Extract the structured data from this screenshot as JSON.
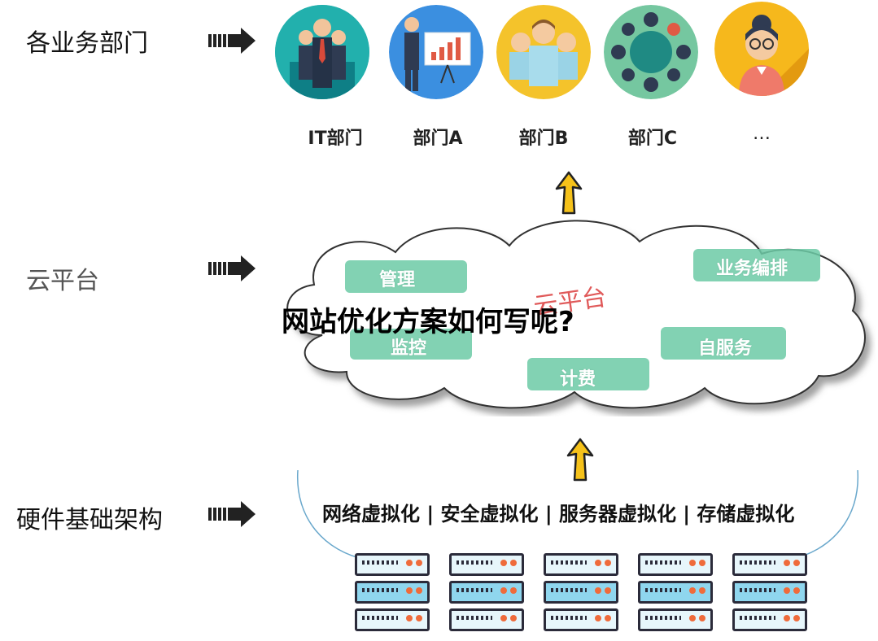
{
  "rows": {
    "business": "各业务部门",
    "cloud": "云平台",
    "hardware": "硬件基础架构"
  },
  "departments": [
    "IT部门",
    "部门A",
    "部门B",
    "部门C",
    "…"
  ],
  "cloud": {
    "center_label": "云平台",
    "services": {
      "manage": "管理",
      "monitor": "监控",
      "billing": "计费",
      "self_service": "自服务",
      "orchestration": "业务编排"
    }
  },
  "overlay_title": "网站优化方案如何写呢?",
  "virtualization": "网络虚拟化 | 安全虚拟化 | 服务器虚拟化 | 存储虚拟化",
  "colors": {
    "accent_green": "#6ccaa6",
    "arrow_yellow": "#f6c21a",
    "led_orange": "#ef6b3b"
  },
  "icons": {
    "row_arrow": "right-arrow-icon",
    "flow_arrow": "up-arrow-icon",
    "server": "server-rack-icon"
  }
}
